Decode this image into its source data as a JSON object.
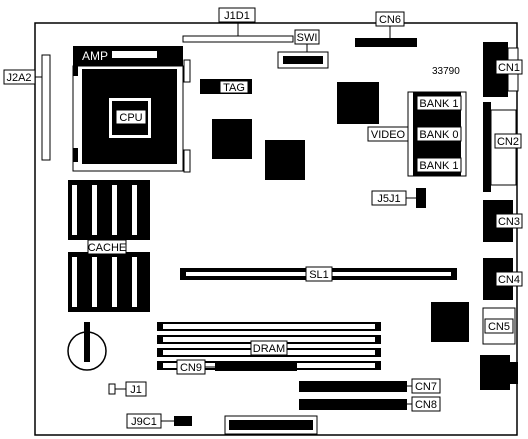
{
  "board": {
    "part_number": "33790",
    "labels": {
      "j1d1": "J1D1",
      "swi": "SWI",
      "cn6": "CN6",
      "cn1": "CN1",
      "j2a2": "J2A2",
      "amp": "AMP",
      "cpu": "CPU",
      "tag": "TAG",
      "bank1_top": "BANK 1",
      "video": "VIDEO",
      "bank0": "BANK 0",
      "bank1_bottom": "BANK 1",
      "cn2": "CN2",
      "j5j1": "J5J1",
      "cache": "CACHE",
      "cn3": "CN3",
      "sl1": "SL1",
      "cn4": "CN4",
      "cn5": "CN5",
      "dram": "DRAM",
      "j1": "J1",
      "cn9": "CN9",
      "cn7": "CN7",
      "cn8": "CN8",
      "j9c1": "J9C1"
    }
  },
  "colors": {
    "ink": "#000000",
    "paper": "#ffffff"
  }
}
